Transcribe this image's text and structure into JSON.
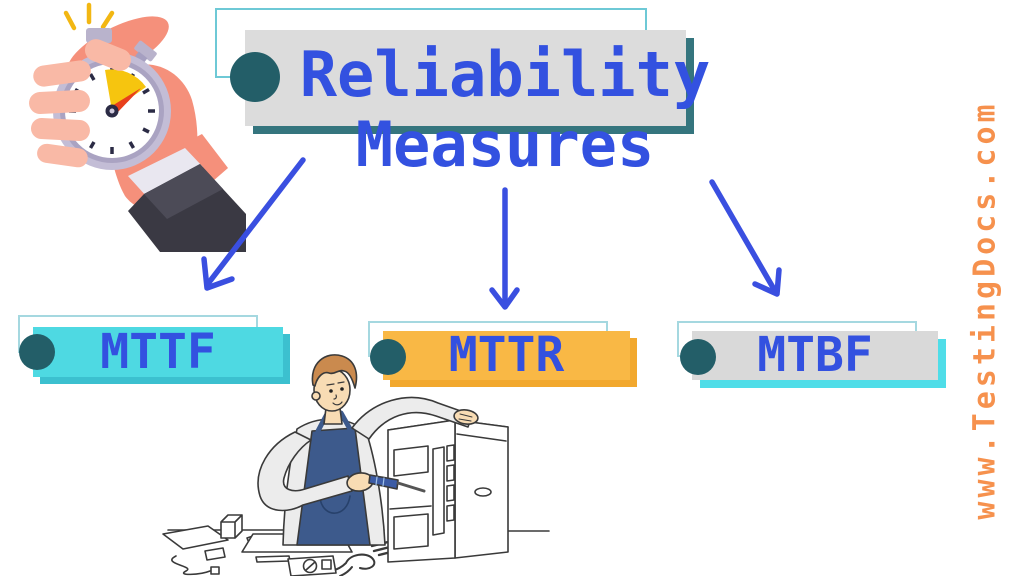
{
  "canvas": {
    "background": "#ffffff"
  },
  "title": {
    "line1": "Reliability",
    "line2": "Measures",
    "text_color": "#3351e0",
    "box_color": "#dcdcdc",
    "shadow_color": "#35757e",
    "bullet_color": "#235e68",
    "outline_color": "#6ec9d6"
  },
  "nodes": [
    {
      "id": "mttf",
      "label": "MTTF",
      "box_color": "#4ed9e2",
      "shadow_color": "#3cc0cf",
      "text_color": "#3351e0",
      "bullet_color": "#235e68",
      "outline_color": "#a5d8e0"
    },
    {
      "id": "mttr",
      "label": "MTTR",
      "box_color": "#f9b845",
      "shadow_color": "#f2a82e",
      "text_color": "#3351e0",
      "bullet_color": "#235e68",
      "outline_color": "#a5d8e0"
    },
    {
      "id": "mtbf",
      "label": "MTBF",
      "box_color": "#d9d9d9",
      "shadow_color": "#4fdde8",
      "text_color": "#3351e0",
      "bullet_color": "#235e68",
      "outline_color": "#a5d8e0"
    }
  ],
  "arrows": {
    "color": "#3a4fe0",
    "links": [
      {
        "from": "title",
        "to": "mttf"
      },
      {
        "from": "title",
        "to": "mttr"
      },
      {
        "from": "title",
        "to": "mtbf"
      }
    ]
  },
  "watermark": {
    "text": "www.TestingDocs.com",
    "color": "#f6914d"
  },
  "illustrations": {
    "stopwatch": {
      "name": "hand-holding-stopwatch",
      "colors": {
        "hand": "#f5907b",
        "hand_light": "#f9b9a6",
        "watch_ring": "#c3bdd6",
        "face": "#ffffff",
        "wedge": "#f6c50f",
        "needle": "#e8401c",
        "ticks": "#2b2b45",
        "sleeve": "#3a3943",
        "cuff": "#e9e7f0",
        "burst": "#f2b713"
      }
    },
    "technician": {
      "name": "technician-repairing-computer",
      "colors": {
        "apron": "#3d5a8c",
        "shirt": "#ececec",
        "skin": "#f8dcb4",
        "hair": "#ca8a4e",
        "outline": "#3a3a3a",
        "screwdriver": "#3b5ba5"
      }
    }
  }
}
